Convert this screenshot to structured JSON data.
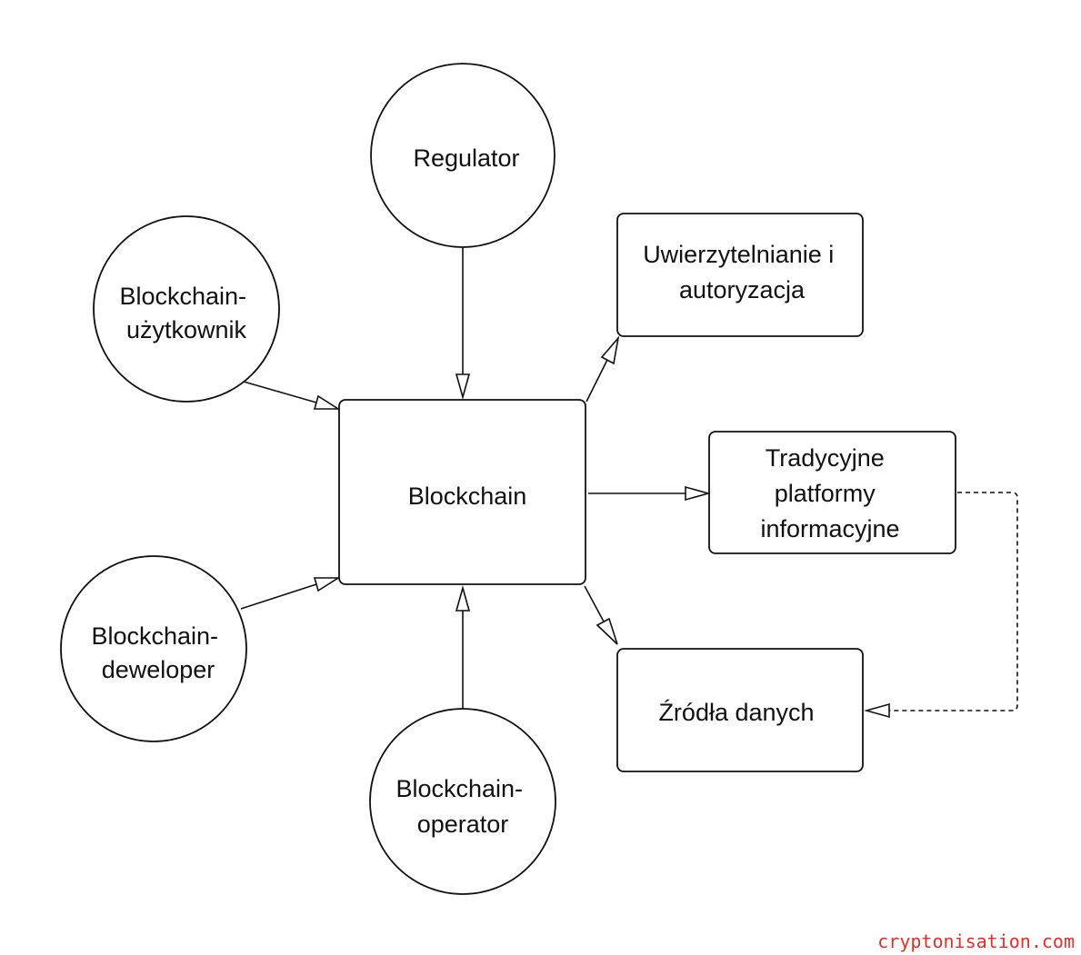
{
  "diagram": {
    "nodes": [
      {
        "id": "regulator",
        "shape": "circle",
        "lines": [
          "Regulator"
        ]
      },
      {
        "id": "uzytkownik",
        "shape": "circle",
        "lines": [
          "Blockchain-",
          "użytkownik"
        ]
      },
      {
        "id": "deweloper",
        "shape": "circle",
        "lines": [
          "Blockchain-",
          "deweloper"
        ]
      },
      {
        "id": "operator",
        "shape": "circle",
        "lines": [
          "Blockchain-",
          "operator"
        ]
      },
      {
        "id": "blockchain",
        "shape": "box",
        "lines": [
          "Blockchain"
        ]
      },
      {
        "id": "auth",
        "shape": "box",
        "lines": [
          "Uwierzytelnianie i",
          "autoryzacja"
        ]
      },
      {
        "id": "platforms",
        "shape": "box",
        "lines": [
          "Tradycyjne",
          "platformy",
          "informacyjne"
        ]
      },
      {
        "id": "sources",
        "shape": "box",
        "lines": [
          "Źródła danych"
        ]
      }
    ],
    "edges": [
      {
        "from": "regulator",
        "to": "blockchain",
        "style": "solid"
      },
      {
        "from": "uzytkownik",
        "to": "blockchain",
        "style": "solid"
      },
      {
        "from": "deweloper",
        "to": "blockchain",
        "style": "solid"
      },
      {
        "from": "operator",
        "to": "blockchain",
        "style": "solid"
      },
      {
        "from": "blockchain",
        "to": "auth",
        "style": "solid"
      },
      {
        "from": "blockchain",
        "to": "platforms",
        "style": "solid"
      },
      {
        "from": "blockchain",
        "to": "sources",
        "style": "solid"
      },
      {
        "from": "platforms",
        "to": "sources",
        "style": "dashed"
      }
    ]
  },
  "watermark": {
    "text": "cryptonisation.com",
    "color": "#e0302a"
  },
  "colors": {
    "stroke": "#111111",
    "background": "#ffffff"
  }
}
